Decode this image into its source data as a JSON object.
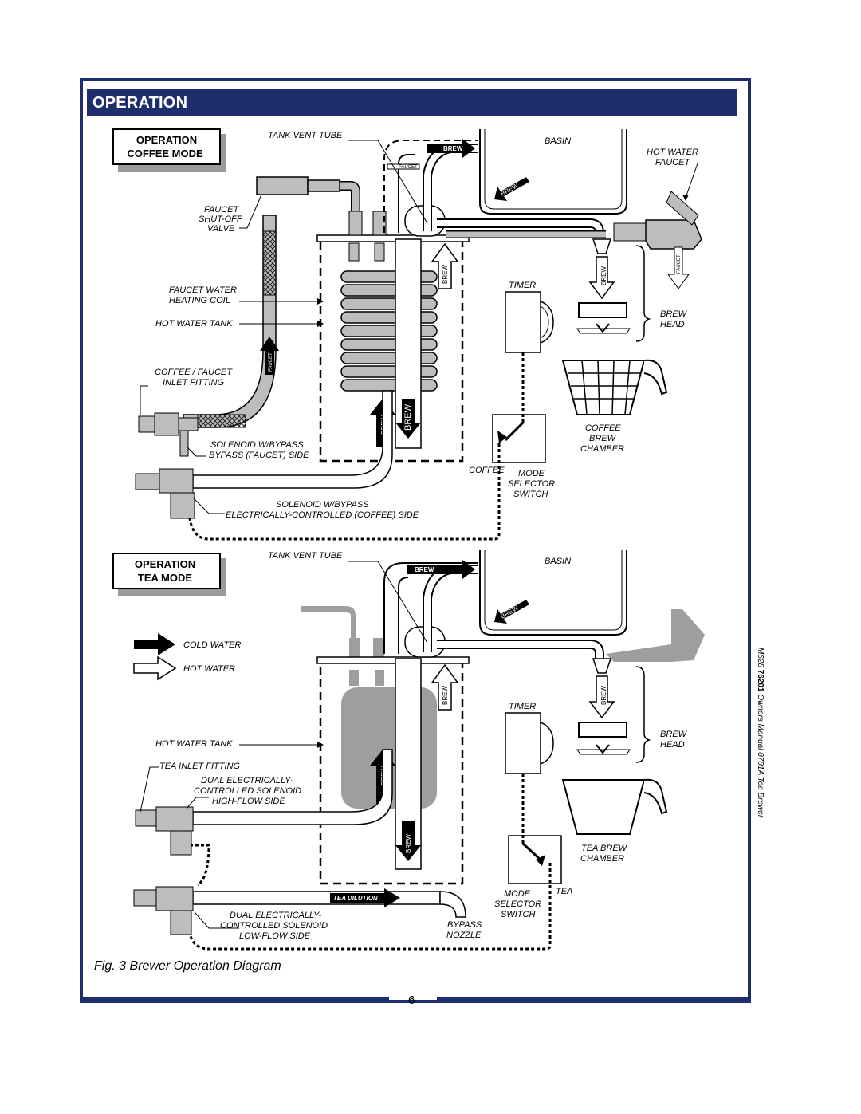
{
  "header": {
    "title": "OPERATION"
  },
  "coffee": {
    "box_line1": "OPERATION",
    "box_line2": "COFFEE MODE",
    "tank_vent_tube": "TANK VENT TUBE",
    "basin": "BASIN",
    "hot_water_faucet_1": "HOT WATER",
    "hot_water_faucet_2": "FAUCET",
    "faucet_shutoff_1": "FAUCET",
    "faucet_shutoff_2": "SHUT-OFF",
    "faucet_shutoff_3": "VALVE",
    "faucet_water_1": "FAUCET WATER",
    "faucet_water_2": "HEATING COIL",
    "hot_water_tank": "HOT WATER TANK",
    "timer": "TIMER",
    "brew_head_1": "BREW",
    "brew_head_2": "HEAD",
    "inlet_1": "COFFEE / FAUCET",
    "inlet_2": "INLET FITTING",
    "coffee_chamber_1": "COFFEE",
    "coffee_chamber_2": "BREW",
    "coffee_chamber_3": "CHAMBER",
    "solenoid_bypass_1": "SOLENOID W/BYPASS",
    "solenoid_bypass_2": "BYPASS (FAUCET) SIDE",
    "switch_setting": "COFFEE",
    "mode_1": "MODE",
    "mode_2": "SELECTOR",
    "mode_3": "SWITCH",
    "solenoid_elec_1": "SOLENOID W/BYPASS",
    "solenoid_elec_2": "ELECTRICALLY-CONTROLLED (COFFEE) SIDE"
  },
  "tea": {
    "box_line1": "OPERATION",
    "box_line2": "TEA MODE",
    "tank_vent_tube": "TANK VENT TUBE",
    "basin": "BASIN",
    "cold_water": "COLD WATER",
    "hot_water": "HOT WATER",
    "timer": "TIMER",
    "hot_water_tank": "HOT WATER TANK",
    "brew_head_1": "BREW",
    "brew_head_2": "HEAD",
    "tea_inlet": "TEA INLET FITTING",
    "dual_high_1": "DUAL ELECTRICALLY-",
    "dual_high_2": "CONTROLLED SOLENOID",
    "dual_high_3": "HIGH-FLOW SIDE",
    "tea_chamber_1": "TEA BREW",
    "tea_chamber_2": "CHAMBER",
    "mode_1": "MODE",
    "mode_2": "SELECTOR",
    "mode_3": "SWITCH",
    "switch_setting": "TEA",
    "tea_dilution": "TEA DILUTION",
    "dual_low_1": "DUAL ELECTRICALLY-",
    "dual_low_2": "CONTROLLED SOLENOID",
    "dual_low_3": "LOW-FLOW SIDE",
    "bypass_1": "BYPASS",
    "bypass_2": "NOZZLE"
  },
  "flow_labels": {
    "brew": "BREW",
    "faucet": "FAUCET"
  },
  "caption": "Fig. 3  Brewer Operation Diagram",
  "page_number": "6",
  "side_note": {
    "part1": "M628 ",
    "part2": "76201",
    "part3": "  Owners Manual 8781A Tea Brewer"
  },
  "colors": {
    "frame": "#1e2d6b",
    "pipe_fill": "#bdbdbd",
    "ghost": "#9e9e9e"
  }
}
